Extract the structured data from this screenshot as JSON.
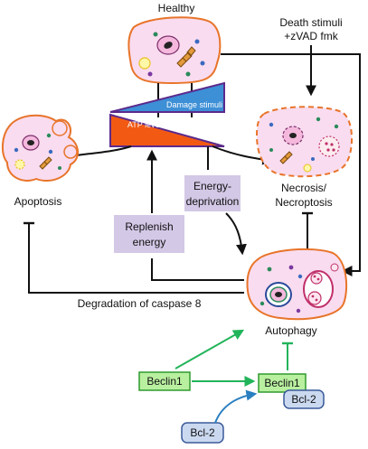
{
  "labels": {
    "healthy": "Healthy",
    "death_stimuli_line1": "Death stimuli",
    "death_stimuli_line2": "+zVAD fmk",
    "damage_stimuli": "Damage stimuli",
    "atp_levels": "ATP levels",
    "apoptosis": "Apoptosis",
    "necrosis_line1": "Necrosis/",
    "necrosis_line2": "Necroptosis",
    "energy_deprivation_line1": "Energy-",
    "energy_deprivation_line2": "deprivation",
    "replenish_line1": "Replenish",
    "replenish_line2": "energy",
    "degradation": "Degradation of caspase 8",
    "autophagy": "Autophagy",
    "beclin1_free": "Beclin1",
    "beclin1_complex": "Beclin1",
    "bcl2_complex": "Bcl-2",
    "bcl2_free": "Bcl-2"
  },
  "colors": {
    "cell_fill": "#f9dcef",
    "cell_stroke": "#e8742a",
    "damage_fill": "#3d8fd6",
    "atp_fill": "#f25a14",
    "purple_stroke": "#5b2a8c",
    "lavender_box": "#d3c8e6",
    "beclin_fill": "#b9f0a0",
    "beclin_stroke": "#2f9a2f",
    "bcl2_fill": "#cbd9f0",
    "bcl2_stroke": "#3a5a9a",
    "green_arrow": "#22b45a",
    "blue_arrow": "#2a7fc0"
  }
}
